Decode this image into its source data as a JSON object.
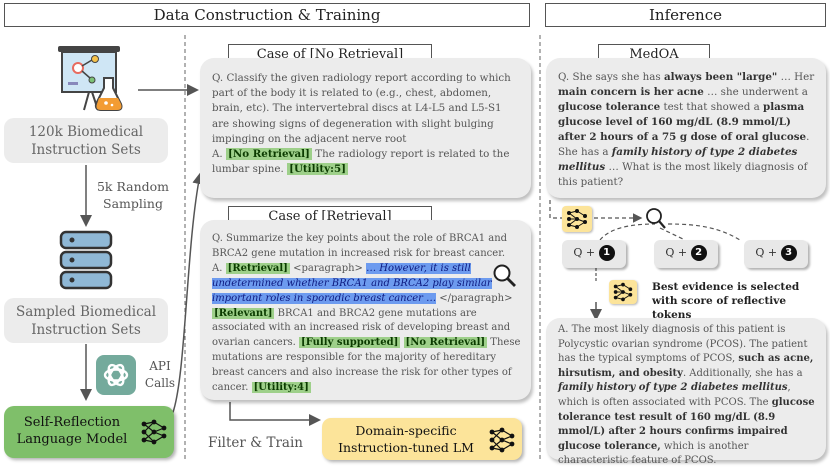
{
  "headers": {
    "left": "Data Construction & Training",
    "right": "Inference"
  },
  "left": {
    "biomedical_sets": "120k Biomedical Instruction Sets",
    "sampling": "5k Random Sampling",
    "sampled_sets": "Sampled Biomedical Instruction Sets",
    "api_calls": "API Calls",
    "self_reflection": "Self-Reflection Language  Model"
  },
  "cases": {
    "no_retrieval_title": "Case of [No Retrieval]",
    "no_retrieval_q": "Q. Classify the given radiology report according to which part of the body it is related to (e.g., chest, abdomen, brain, etc). The intervertebral discs at L4-L5 and L5-S1 are showing signs of degeneration with slight bulging impinging on the adjacent nerve root",
    "no_retrieval_a_prefix": "A.",
    "no_retrieval_tag": "[No Retrieval]",
    "no_retrieval_answer": "The radiology report is related to the lumbar spine.",
    "no_retrieval_utility": "[Utility:5]",
    "retrieval_title": "Case of [Retrieval]",
    "retrieval_q": "Q. Summarize the key points about the role of BRCA1 and BRCA2 gene mutation in increased risk for breast cancer.",
    "retrieval_a_prefix": "A.",
    "retrieval_tag": "[Retrieval]",
    "paragraph_open": "<paragraph>",
    "retrieved_passage": "… However, it is still undetermined whether BRCA1 and BRCA2 play similar important roles in sporadic breast cancer …",
    "paragraph_close": "</paragraph>",
    "relevant_tag": "[Relevant]",
    "answer_part1": "BRCA1 and BRCA2 gene mutations are associated with an increased risk of developing breast and ovarian cancers.",
    "fully_supported_tag": "[Fully supported]",
    "no_retrieval_tag2": "[No Retrieval]",
    "answer_part2": "These mutations are responsible for the majority of hereditary breast cancers and also increase the risk for other types of cancer.",
    "retrieval_utility": "[Utility:4]"
  },
  "bottom": {
    "filter_train": "Filter & Train",
    "domain_lm": "Domain-specific Instruction-tuned LM"
  },
  "inference": {
    "medqa_title": "MedQA",
    "q_seg1": "Q. She says she has ",
    "q_b1": "always been \"large\"",
    "q_seg2": " … Her ",
    "q_b2": "main concern is her acne",
    "q_seg3": " … she underwent a ",
    "q_b3": "glucose tolerance",
    "q_seg4": " test that showed a ",
    "q_b4": "plasma glucose level of 160 mg/dL (8.9 mmol/L) after 2 hours of a 75 g dose of oral glucose",
    "q_seg5": ". She has a ",
    "q_bi1": "family history of type 2 diabetes mellitus",
    "q_seg6": " … What is the most likely diagnosis of this patient?",
    "q_label": "Q +",
    "evidence_numbers": [
      "1",
      "2",
      "3"
    ],
    "best_evidence": "Best evidence is selected with score of reflective tokens",
    "a_seg1": "A. The most likely diagnosis of this patient is Polycystic ovarian syndrome (PCOS). The patient has the typical symptoms of PCOS, ",
    "a_b1": "such as acne, hirsutism, and obesity",
    "a_seg2": ". Additionally, she has a ",
    "a_bi1": "family history of type 2 diabetes mellitus",
    "a_seg3": ", which is often associated with PCOS. The ",
    "a_b2": "glucose tolerance test result of 160 mg/dL (8.9 mmol/L) after 2 hours confirms impaired glucose tolerance,",
    "a_seg4": " which is another characteristic feature of PCOS."
  },
  "colors": {
    "green_box": "#7fbf6a",
    "yellow_box": "#fce49a",
    "tag_green": "#9ed08a",
    "highlight_blue": "#6d9bef"
  }
}
